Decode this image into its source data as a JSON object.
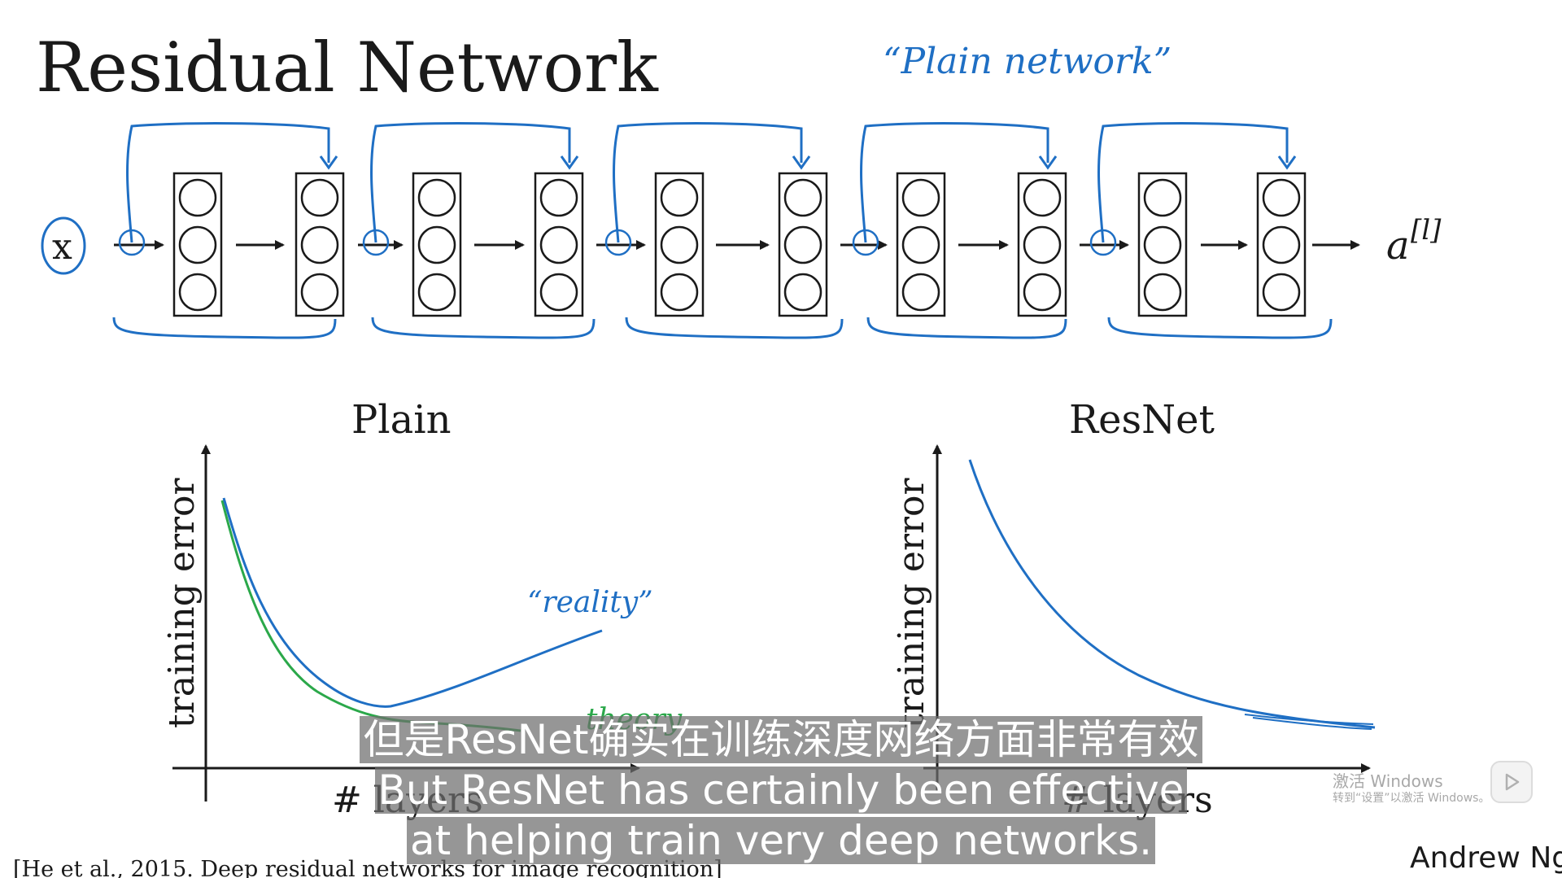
{
  "slide": {
    "title": "Residual Network",
    "handwritten_note": "“Plain network”",
    "input_label": "x",
    "output_label": "a",
    "output_superscript": "[l]",
    "plots": [
      {
        "title": "Plain",
        "ylabel": "training error",
        "xlabel": "# layers",
        "annotations": [
          "“reality”",
          "theory"
        ]
      },
      {
        "title": "ResNet",
        "ylabel": "training error",
        "xlabel": "# layers"
      }
    ],
    "citation": "[He et al., 2015. Deep residual networks for image recognition]",
    "author": "Andrew Ng"
  },
  "subtitles": {
    "zh": "但是ResNet确实在训练深度网络方面非常有效",
    "en_line1": "But ResNet has certainly been effective",
    "en_line2": "at helping train very deep networks."
  },
  "watermark": {
    "line1": "激活 Windows",
    "line2": "转到“设置”以激活 Windows。"
  },
  "colors": {
    "ink": "#1a1a1a",
    "pen_blue": "#1f6fc4",
    "pen_green": "#2ba84a"
  },
  "icons": [
    "play-icon"
  ]
}
